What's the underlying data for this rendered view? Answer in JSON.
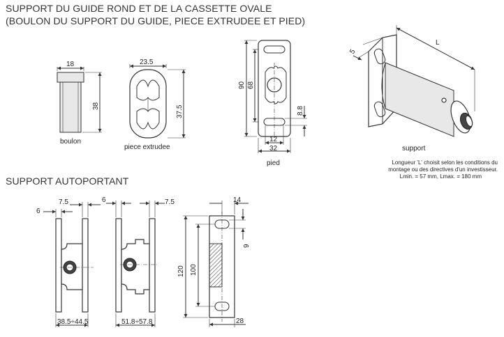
{
  "titles": {
    "main_line1": "SUPPORT DU GUIDE ROND ET DE LA CASSETTE OVALE",
    "main_line2": "(BOULON DU SUPPORT DU GUIDE, PIECE EXTRUDEE ET PIED)",
    "section2": "SUPPORT AUTOPORTANT"
  },
  "captions": {
    "boulon": "boulon",
    "piece": "piece extrudee",
    "pied": "pied",
    "support": "support"
  },
  "note": {
    "line1": "Longueur 'L' choisit selon les conditions du",
    "line2": "montage ou des directives d'un investisseur.",
    "line3": "Lmin. = 57 mm, Lmax. = 180 mm"
  },
  "dims": {
    "boulon_width": "18",
    "boulon_height": "38",
    "piece_width": "23.5",
    "piece_height": "37.5",
    "pied_height_outer": "90",
    "pied_height_inner": "68",
    "pied_slot": "8.8",
    "pied_inner_width": "12",
    "pied_width": "32",
    "support_s": "5",
    "support_l": "L",
    "auto1_left": "6",
    "auto1_right": "7.5",
    "auto1_bottom": "38.5÷44.5",
    "auto2_left": "6",
    "auto2_right": "7.5",
    "auto2_bottom": "51.8÷57.8",
    "auto3_top": "14",
    "auto3_side": "9",
    "auto3_outer": "120",
    "auto3_inner": "100",
    "auto3_bottom": "28"
  }
}
